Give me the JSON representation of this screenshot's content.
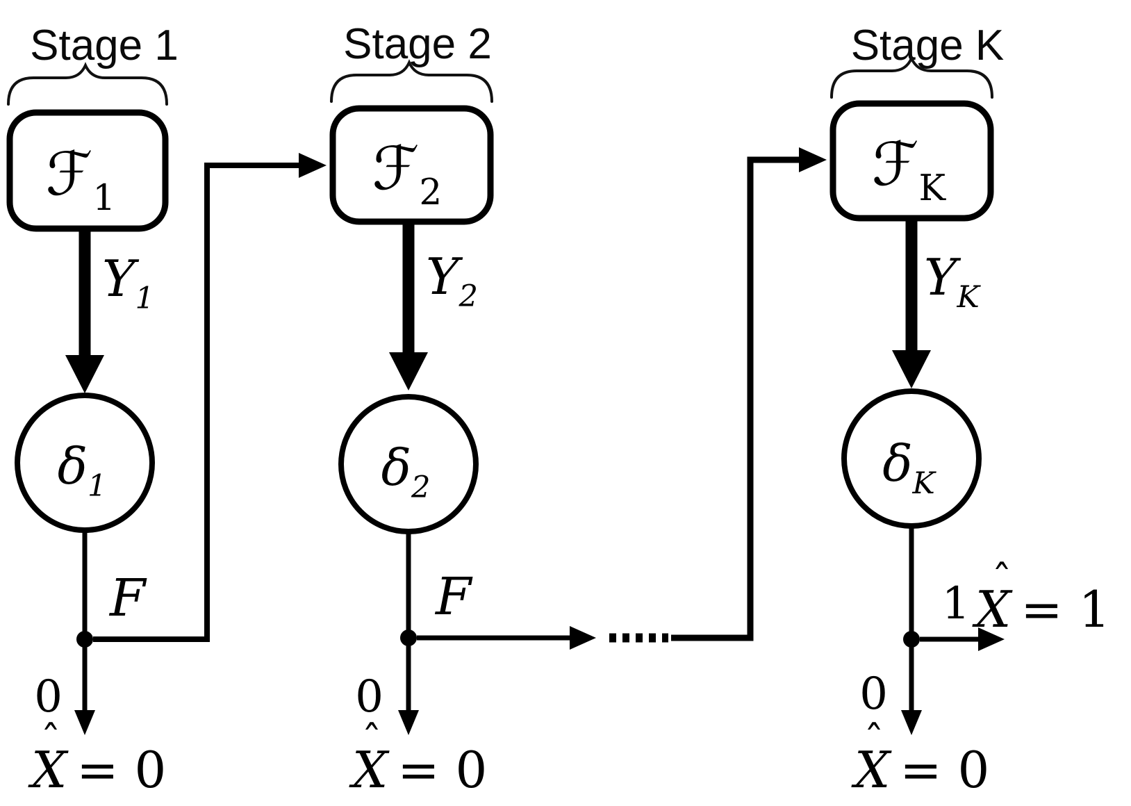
{
  "figure": {
    "background": "#ffffff",
    "ink": "#000000",
    "description": "Multi-stage sequential detection cascade diagram"
  },
  "stages": [
    {
      "name": "Stage 1",
      "model": {
        "base": "ℱ",
        "sub": "1"
      },
      "observation": {
        "base": "Y",
        "sub": "1"
      },
      "decision": {
        "base": "δ",
        "sub": "1"
      },
      "continue_branch": {
        "label": "F"
      },
      "stop_branch": {
        "label": "0",
        "hat": "ˆ",
        "var": "X",
        "value": "= 0"
      }
    },
    {
      "name": "Stage 2",
      "model": {
        "base": "ℱ",
        "sub": "2"
      },
      "observation": {
        "base": "Y",
        "sub": "2"
      },
      "decision": {
        "base": "δ",
        "sub": "2"
      },
      "continue_branch": {
        "label": "F"
      },
      "stop_branch": {
        "label": "0",
        "hat": "ˆ",
        "var": "X",
        "value": "= 0"
      }
    },
    {
      "name": "Stage K",
      "model": {
        "base": "ℱ",
        "sub": "K"
      },
      "observation": {
        "base": "Y",
        "sub": "K"
      },
      "decision": {
        "base": "δ",
        "sub": "K"
      },
      "accept_branch": {
        "label": "1",
        "hat": "ˆ",
        "var": "X",
        "value": "= 1"
      },
      "stop_branch": {
        "label": "0",
        "hat": "ˆ",
        "var": "X",
        "value": "= 0"
      }
    }
  ]
}
